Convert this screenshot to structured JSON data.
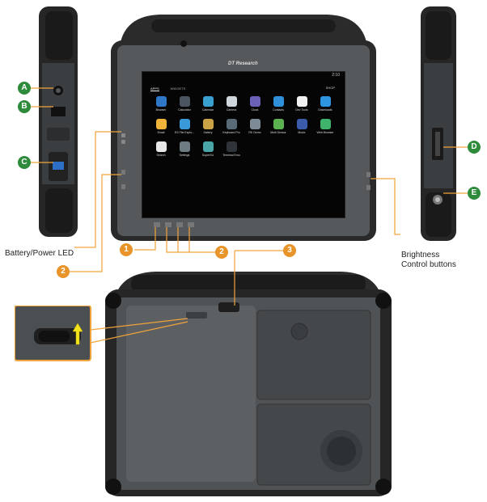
{
  "tablet": {
    "brand": "DT Research",
    "status_time": "2:10",
    "tabs": [
      "APPS",
      "WIDGETS"
    ],
    "shop_label": "SHOP",
    "apps": [
      {
        "label": "Browser",
        "color": "#2f78c8"
      },
      {
        "label": "Calculator",
        "color": "#4b5560"
      },
      {
        "label": "Calendar",
        "color": "#3aa0d0"
      },
      {
        "label": "Camera",
        "color": "#cfd6dc"
      },
      {
        "label": "Clock",
        "color": "#6b62b8"
      },
      {
        "label": "Contacts",
        "color": "#2f8fd8"
      },
      {
        "label": "Dev Tools",
        "color": "#f1f1f1"
      },
      {
        "label": "Downloads",
        "color": "#2d95e0"
      },
      {
        "label": "Email",
        "color": "#f0b33a"
      },
      {
        "label": "ES File Explo...",
        "color": "#3a9ad8"
      },
      {
        "label": "Gallery",
        "color": "#c9a245"
      },
      {
        "label": "Keyboard Pro",
        "color": "#5a6b78"
      },
      {
        "label": "RK Demo",
        "color": "#7d8b96"
      },
      {
        "label": "Multi Sensor",
        "color": "#5bb04f"
      },
      {
        "label": "Music",
        "color": "#3a5caa"
      },
      {
        "label": "Web Browser",
        "color": "#3fb36b"
      },
      {
        "label": "Search",
        "color": "#e8e8e8"
      },
      {
        "label": "Settings",
        "color": "#6f7b82"
      },
      {
        "label": "SuperSU",
        "color": "#4aa5a8"
      },
      {
        "label": "Terminal Emu",
        "color": "#2e3439"
      }
    ]
  },
  "callouts": {
    "A": "A",
    "B": "B",
    "C": "C",
    "D": "D",
    "E": "E",
    "n1": "1",
    "n2a": "2",
    "n2b": "2",
    "n3": "3"
  },
  "labels": {
    "battery_led": "Battery/Power LED",
    "brightness_line1": "Brightness",
    "brightness_line2": "Control buttons"
  },
  "colors": {
    "green_callout": "#2e8b3c",
    "orange_callout": "#e8942a",
    "leader_line": "#f0a33a",
    "screen": "#0a0a0a",
    "bumper": "#2a2a2a",
    "body": "#4a4d50",
    "arrow": "#f2e21a"
  }
}
